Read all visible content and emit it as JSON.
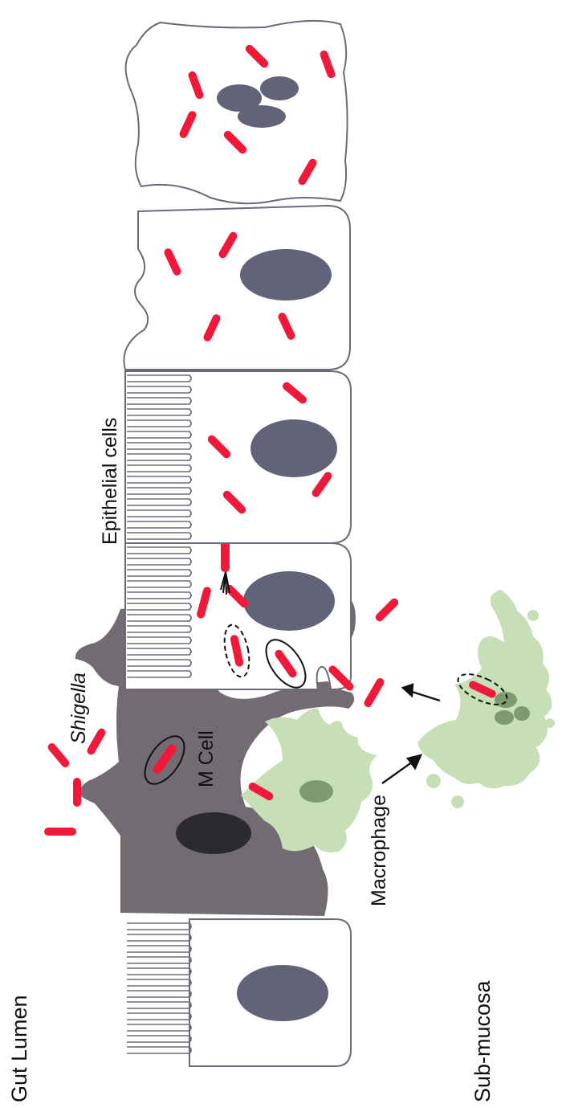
{
  "labels": {
    "gut_lumen": "Gut Lumen",
    "sub_mucosa": "Sub-mucosa",
    "shigella": "Shigella",
    "m_cell": "M Cell",
    "macrophage": "Macrophage",
    "epithelial_cells": "Epithelial cells"
  },
  "colors": {
    "bacteria": "#f0193a",
    "nucleus": "#626379",
    "m_cell": "#726c72",
    "m_cell_nucleus": "#2b2a2e",
    "macrophage": "#c7dfb6",
    "macrophage_nucleus": "#7e9a6f",
    "cell_outline": "#6b6b78"
  }
}
